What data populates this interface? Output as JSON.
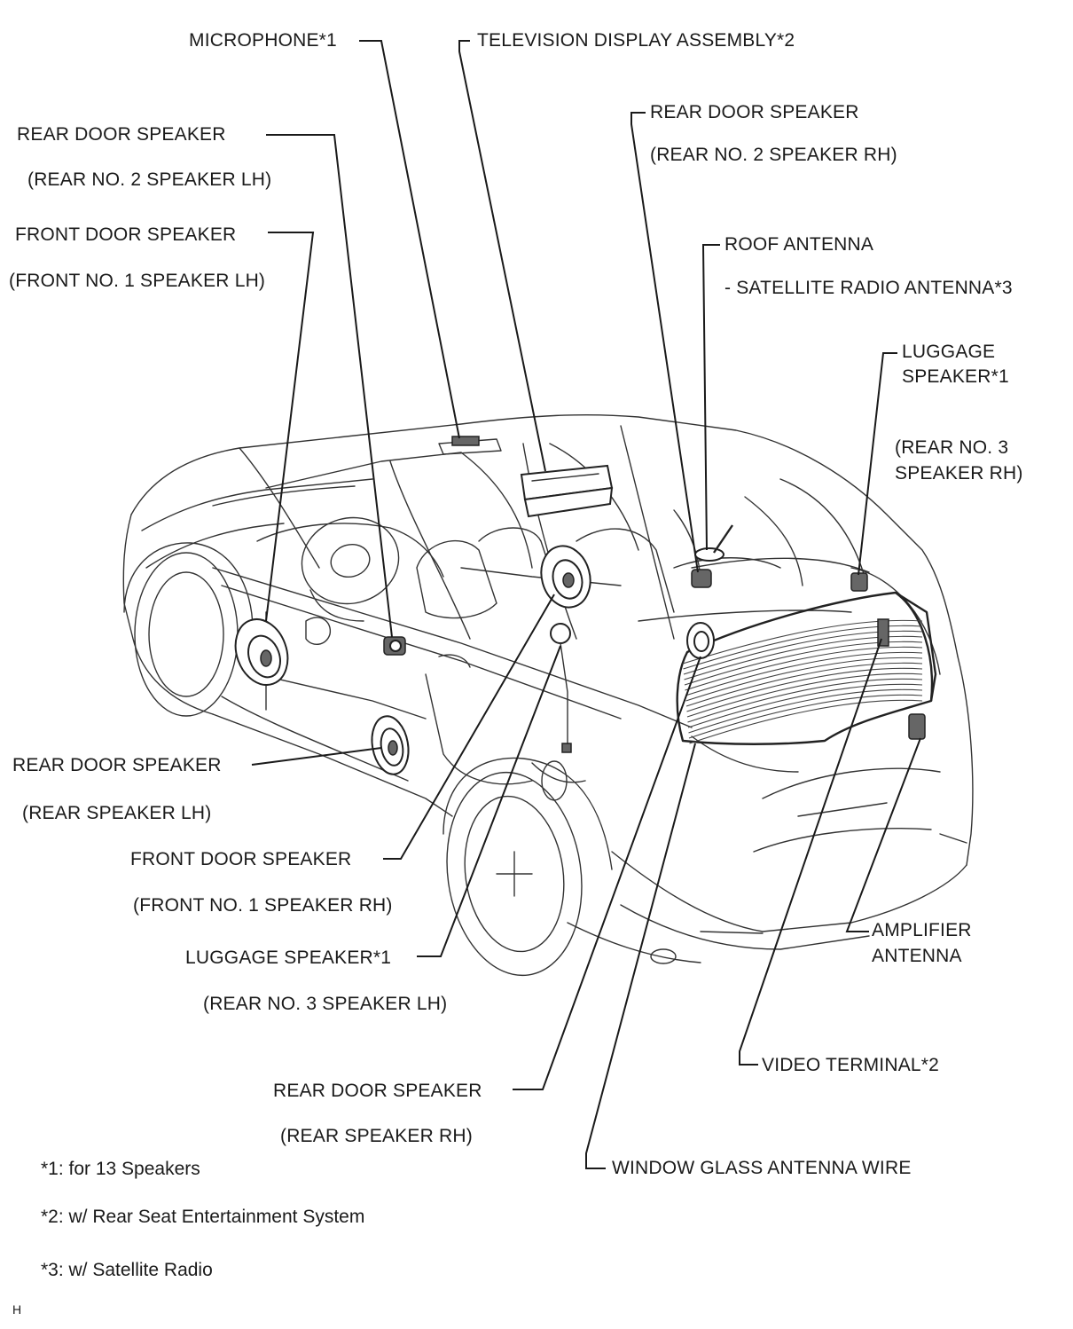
{
  "labels": {
    "microphone": "MICROPHONE*1",
    "tv_display": "TELEVISION DISPLAY ASSEMBLY*2",
    "rear_door_speaker_rh_top": "REAR DOOR SPEAKER",
    "rear_no2_speaker_rh": "(REAR NO. 2 SPEAKER RH)",
    "rear_door_speaker_lh_top": "REAR DOOR SPEAKER",
    "rear_no2_speaker_lh": "(REAR NO. 2 SPEAKER LH)",
    "front_door_speaker_lh": "FRONT DOOR SPEAKER",
    "front_no1_speaker_lh": "(FRONT NO. 1 SPEAKER LH)",
    "roof_antenna": "ROOF ANTENNA",
    "satellite_radio_antenna": "- SATELLITE RADIO ANTENNA*3",
    "luggage_speaker_rh_l1": "LUGGAGE",
    "luggage_speaker_rh_l2": "SPEAKER*1",
    "rear_no3_speaker_rh_l1": "(REAR NO. 3",
    "rear_no3_speaker_rh_l2": "SPEAKER RH)",
    "rear_door_speaker_lh": "REAR DOOR SPEAKER",
    "rear_speaker_lh": "(REAR SPEAKER LH)",
    "front_door_speaker_rh": "FRONT DOOR SPEAKER",
    "front_no1_speaker_rh": "(FRONT NO. 1 SPEAKER RH)",
    "luggage_speaker_lh": "LUGGAGE SPEAKER*1",
    "rear_no3_speaker_lh": "(REAR NO. 3 SPEAKER LH)",
    "amplifier_antenna_l1": "AMPLIFIER",
    "amplifier_antenna_l2": "ANTENNA",
    "video_terminal": "VIDEO TERMINAL*2",
    "rear_door_speaker_rh": "REAR DOOR SPEAKER",
    "rear_speaker_rh": "(REAR SPEAKER RH)",
    "window_glass_antenna_wire": "WINDOW GLASS ANTENNA WIRE"
  },
  "notes": {
    "note1": "*1: for 13 Speakers",
    "note2": "*2: w/ Rear Seat Entertainment System",
    "note3": "*3: w/ Satellite Radio"
  },
  "figure_id": "H"
}
